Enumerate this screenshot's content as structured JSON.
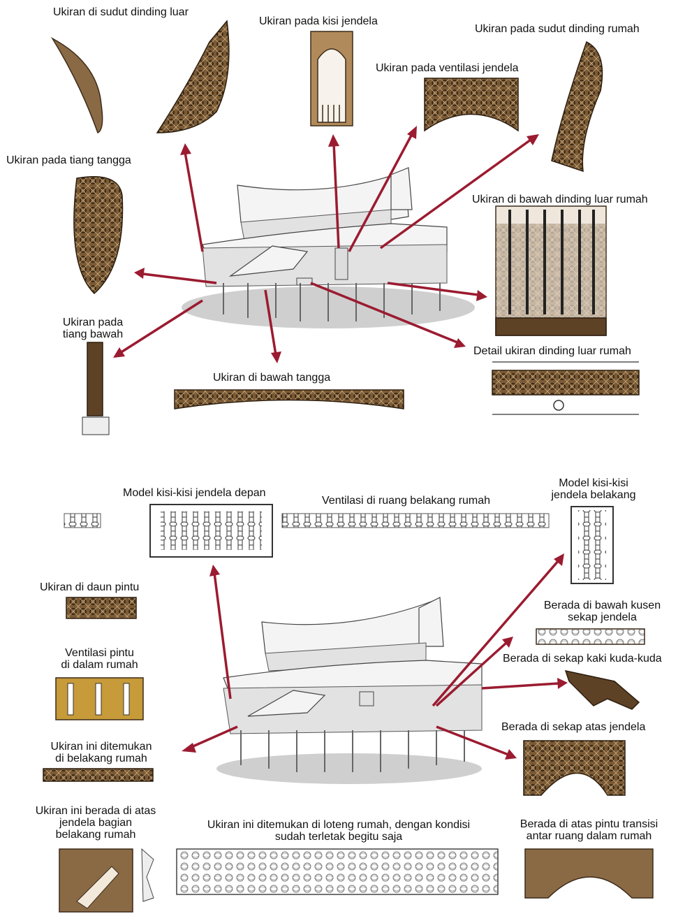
{
  "top_section": {
    "labels": {
      "sudut_dinding_luar": "Ukiran di sudut dinding luar",
      "kisi_jendela": "Ukiran pada kisi jendela",
      "sudut_dinding_rumah": "Ukiran pada sudut dinding rumah",
      "ventilasi_jendela": "Ukiran pada ventilasi jendela",
      "tiang_tangga": "Ukiran pada tiang tangga",
      "bawah_dinding_luar": "Ukiran di bawah dinding luar rumah",
      "tiang_bawah_1": "Ukiran pada",
      "tiang_bawah_2": "tiang bawah",
      "bawah_tangga": "Ukiran di bawah tangga",
      "detail_dinding_luar": "Detail ukiran dinding luar rumah"
    }
  },
  "bottom_section": {
    "labels": {
      "kisi_depan": "Model kisi-kisi jendela depan",
      "ventilasi_belakang": "Ventilasi di ruang belakang rumah",
      "kisi_belakang_1": "Model kisi-kisi",
      "kisi_belakang_2": "jendela belakang",
      "daun_pintu": "Ukiran di daun pintu",
      "kusen_1": "Berada di bawah kusen",
      "kusen_2": "sekap jendela",
      "ventilasi_pintu_1": "Ventilasi pintu",
      "ventilasi_pintu_2": "di dalam rumah",
      "kaki_kuda": "Berada di sekap kaki kuda-kuda",
      "atas_jendela": "Berada di sekap atas jendela",
      "belakang_rumah_1": "Ukiran ini ditemukan",
      "belakang_rumah_2": "di belakang rumah",
      "atas_jendela_belakang_1": "Ukiran ini berada di atas",
      "atas_jendela_belakang_2": "jendela bagian",
      "atas_jendela_belakang_3": "belakang rumah",
      "loteng_1": "Ukiran ini ditemukan di loteng rumah, dengan kondisi",
      "loteng_2": "sudah terletak begitu saja",
      "transisi_1": "Berada di atas pintu transisi",
      "transisi_2": "antar ruang dalam rumah"
    }
  },
  "colors": {
    "arrow": "#9b1b30",
    "wood": "#8a6a45",
    "gold": "#c79a3a"
  }
}
